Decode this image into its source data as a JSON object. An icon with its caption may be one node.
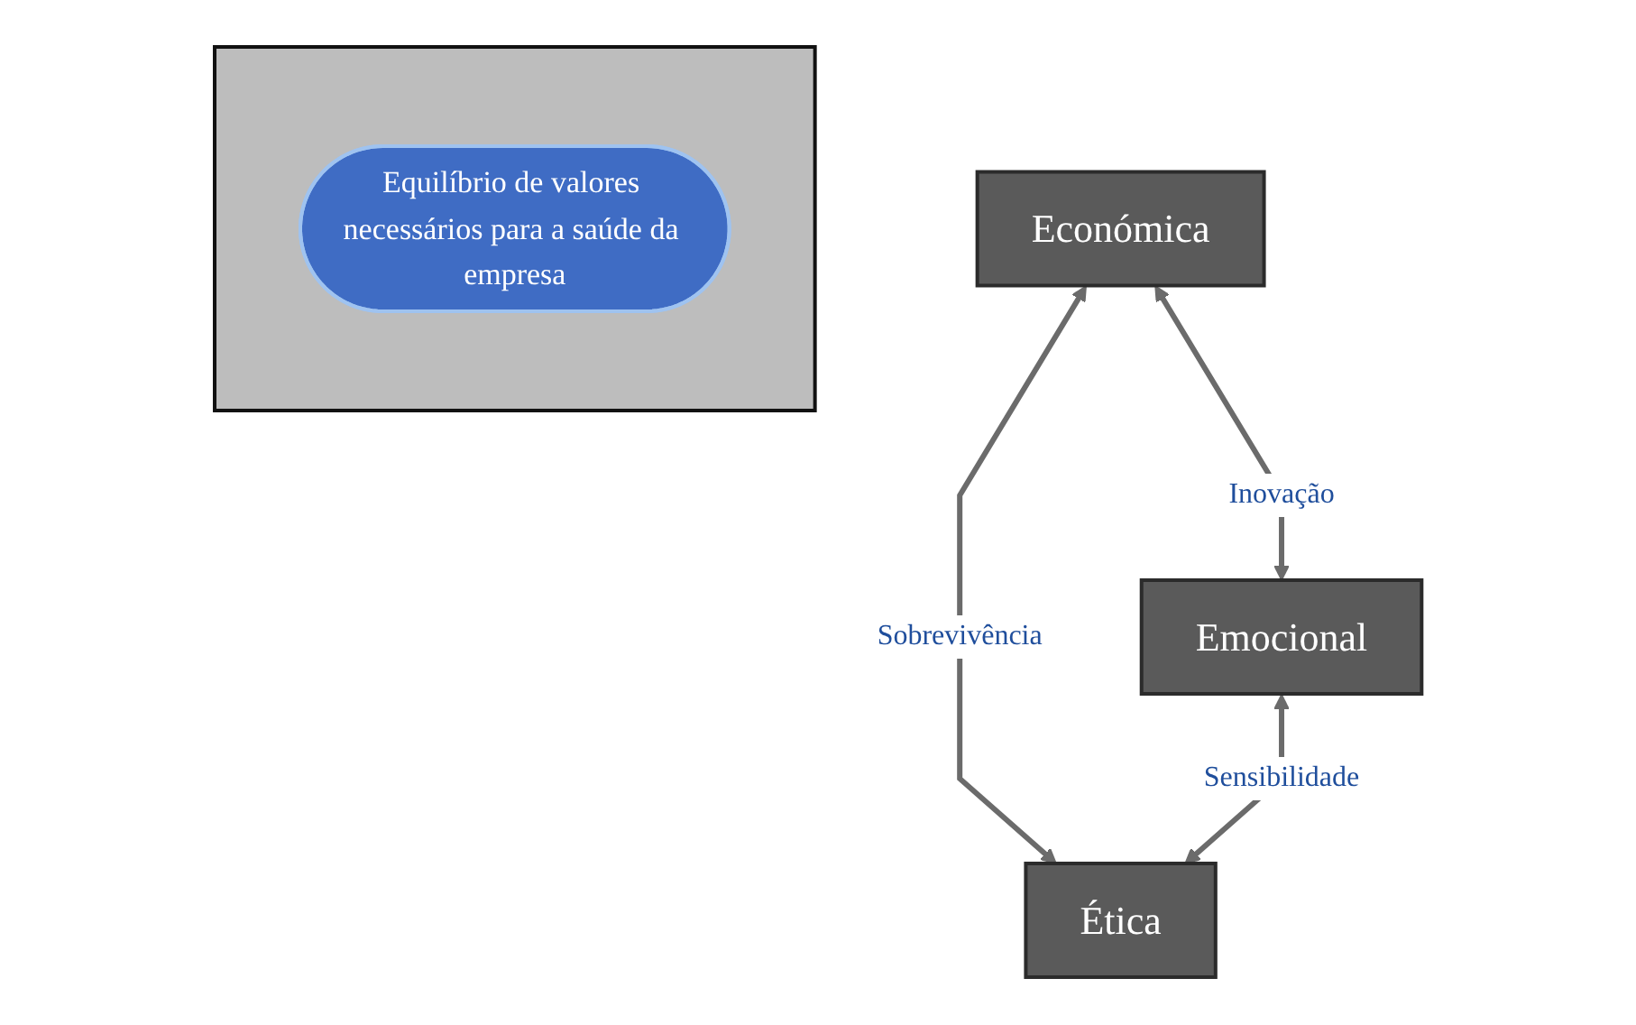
{
  "diagram": {
    "nodes": [
      {
        "text": [
          "Económica"
        ]
      },
      {
        "text": [
          "Emocional"
        ]
      },
      {
        "text": [],
        "shape": "triangle"
      },
      {
        "text": [
          "Equilíbrio de valores necessários para a saúde da empresa"
        ],
        "in": 2
      },
      {
        "text": [
          "Ética"
        ]
      }
    ],
    "edges": [
      {
        "from": 0,
        "to": 1,
        "arrow": "both",
        "label": "Inovação"
      },
      {
        "from": 0,
        "to": 4,
        "arrow": "both",
        "label": "Sobrevivência"
      },
      {
        "from": 1,
        "to": 4,
        "arrow": "both",
        "label": "Sensibilidade"
      }
    ]
  }
}
